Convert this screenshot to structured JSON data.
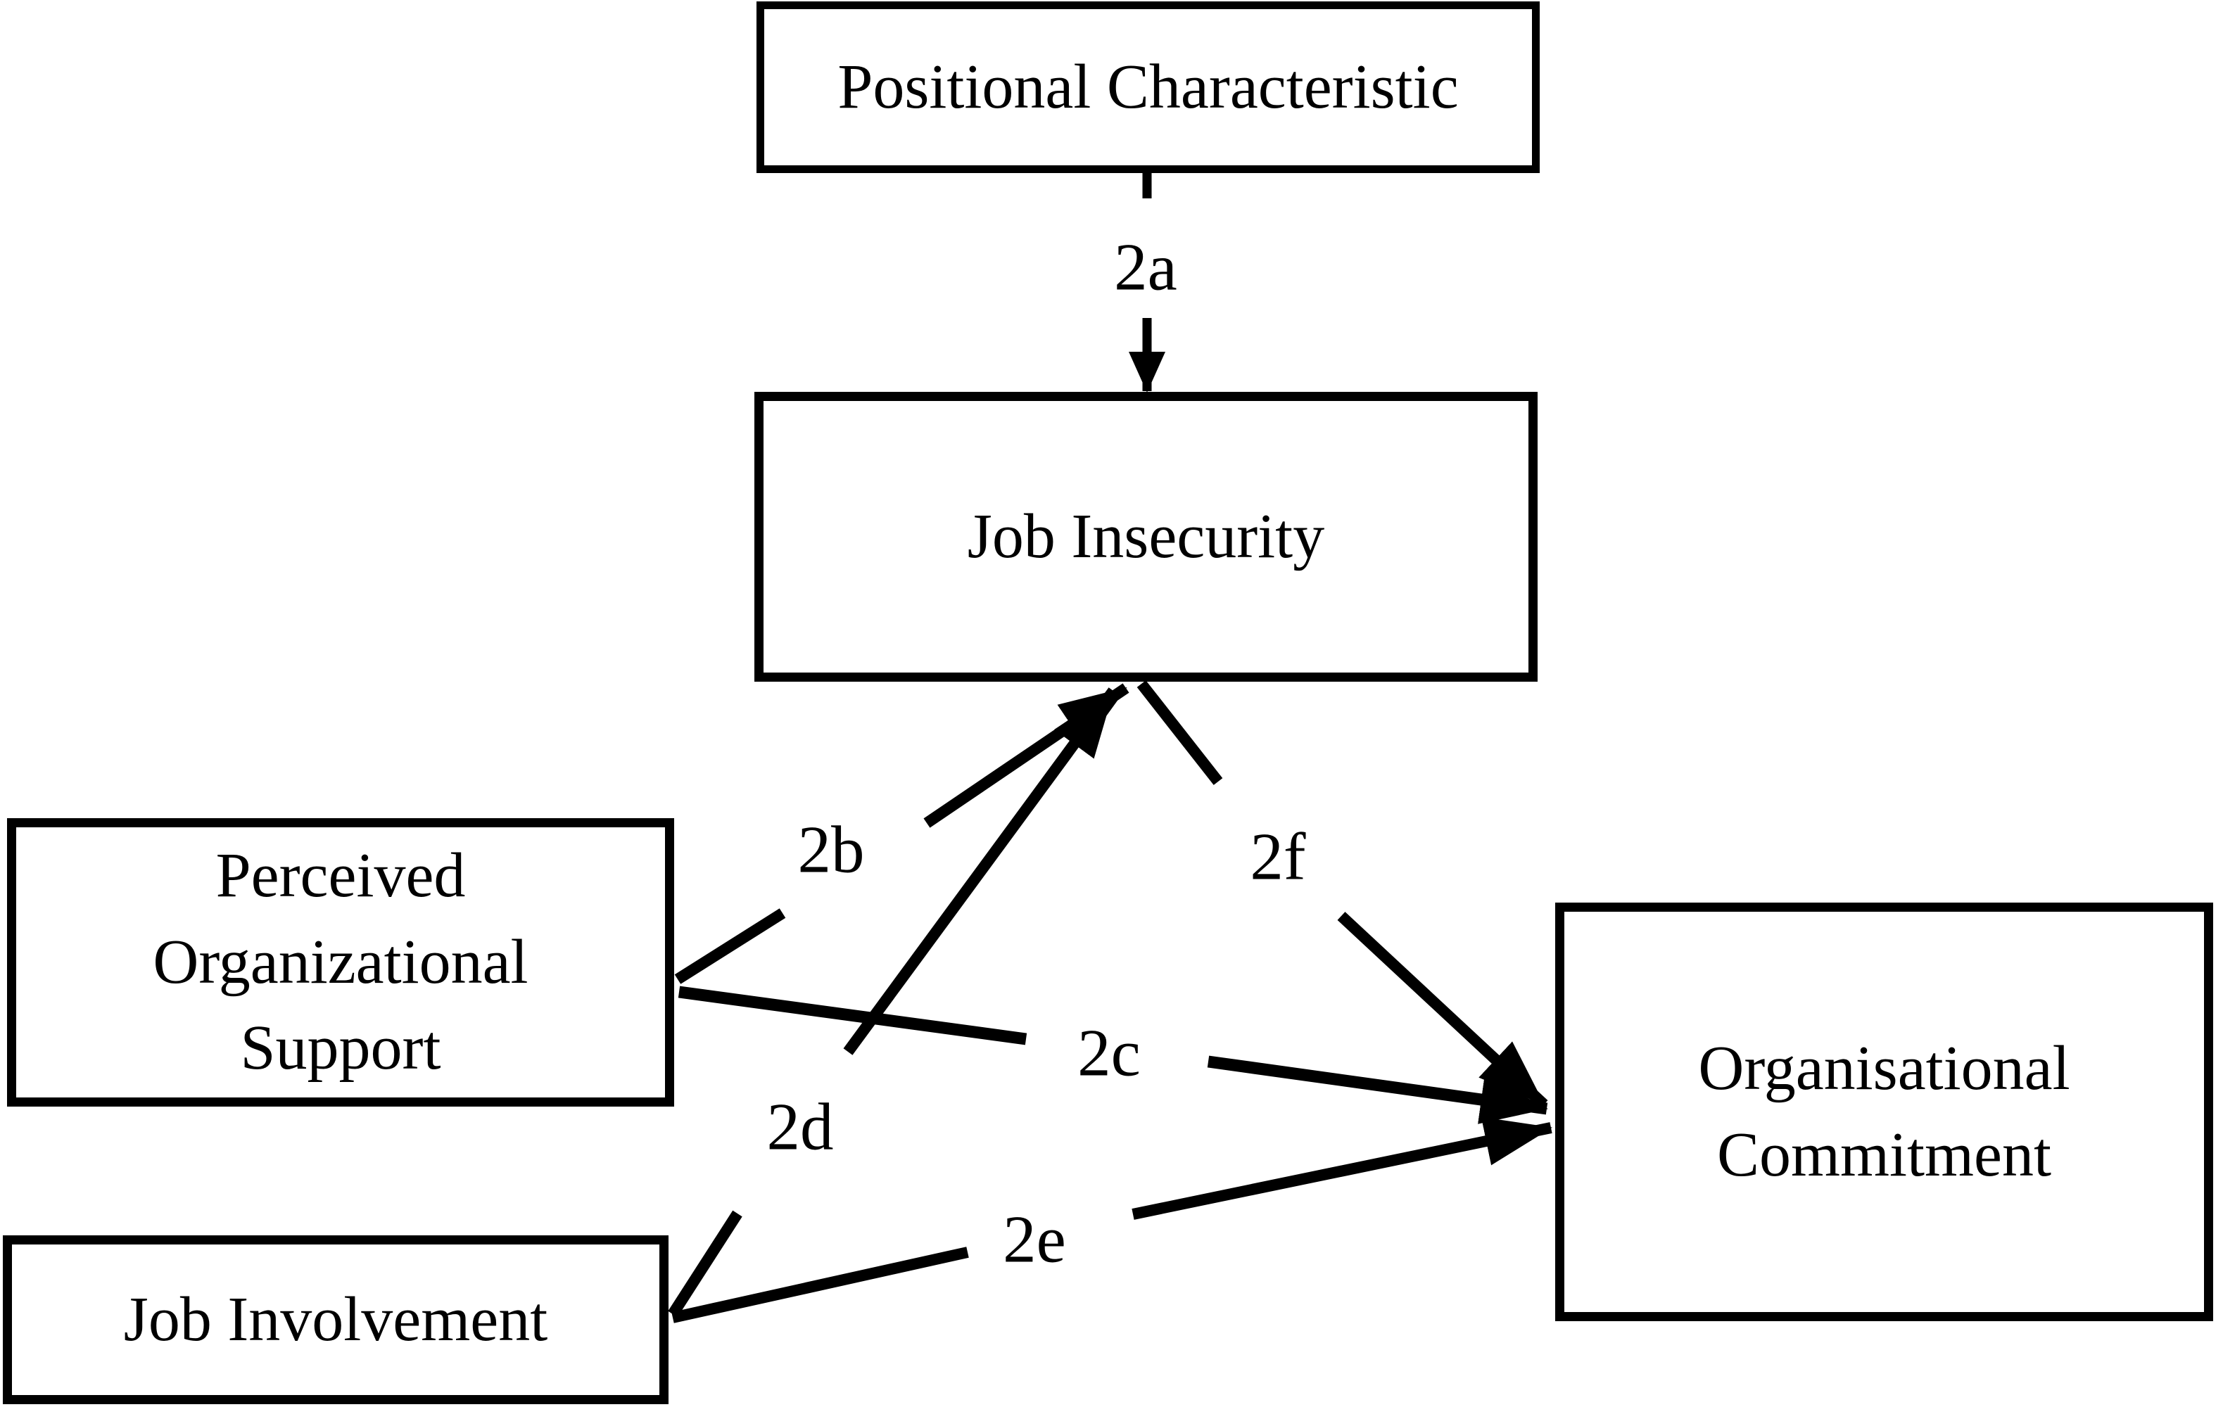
{
  "diagram": {
    "type": "conceptual-model",
    "colors": {
      "background": "#ffffff",
      "box_fill": "#ffffff",
      "box_border": "#000000",
      "line": "#000000",
      "text": "#000000"
    },
    "nodes": {
      "pc": {
        "label": "Positional Characteristic"
      },
      "ji": {
        "label": "Job Insecurity"
      },
      "pos": {
        "label": "Perceived Organizational Support",
        "lines": [
          "Perceived",
          "Organizational",
          "Support"
        ]
      },
      "jinv": {
        "label": "Job Involvement"
      },
      "oc": {
        "label": "Organisational Commitment",
        "lines": [
          "Organisational",
          "Commitment"
        ]
      }
    },
    "edges": {
      "a": {
        "label": "2a",
        "from": "Positional Characteristic",
        "to": "Job Insecurity"
      },
      "b": {
        "label": "2b",
        "from": "Perceived Organizational Support",
        "to": "Job Insecurity"
      },
      "c": {
        "label": "2c",
        "from": "Perceived Organizational Support",
        "to": "Organisational Commitment"
      },
      "d": {
        "label": "2d",
        "from": "Job Involvement",
        "to": "Job Insecurity"
      },
      "e": {
        "label": "2e",
        "from": "Job Involvement",
        "to": "Organisational Commitment"
      },
      "f": {
        "label": "2f",
        "from": "Job Insecurity",
        "to": "Organisational Commitment"
      }
    }
  }
}
